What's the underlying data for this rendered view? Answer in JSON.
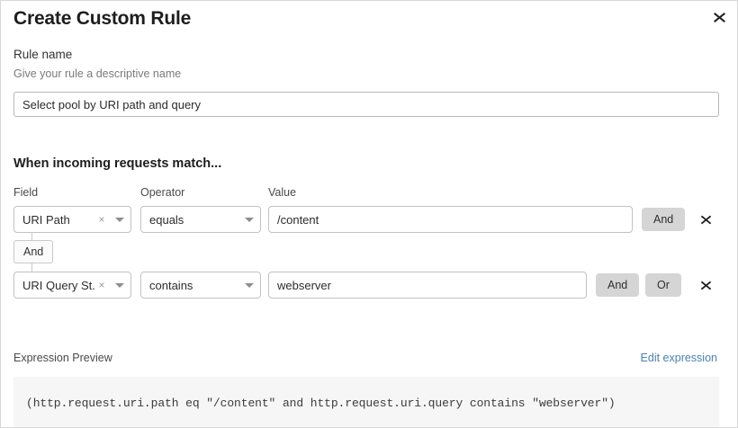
{
  "dialog": {
    "title": "Create Custom Rule",
    "close_icon": "close-icon"
  },
  "rule_name": {
    "label": "Rule name",
    "help": "Give your rule a descriptive name",
    "value": "Select pool by URI path and query",
    "placeholder": "Rule name"
  },
  "match": {
    "heading": "When incoming requests match...",
    "columns": {
      "field": "Field",
      "operator": "Operator",
      "value": "Value"
    },
    "connector": {
      "label": "And"
    },
    "rows": [
      {
        "field": "URI Path",
        "clear_icon": "clear-icon",
        "caret_icon": "chevron-down-icon",
        "operator": "equals",
        "value": "/content",
        "value_placeholder": "Value",
        "and_label": "And",
        "delete_icon": "delete-icon"
      },
      {
        "field": "URI Query St...",
        "clear_icon": "clear-icon",
        "caret_icon": "chevron-down-icon",
        "operator": "contains",
        "value": "webserver",
        "value_placeholder": "Value",
        "and_label": "And",
        "or_label": "Or",
        "delete_icon": "delete-icon"
      }
    ]
  },
  "expression": {
    "label": "Expression Preview",
    "edit_link": "Edit expression",
    "text": "(http.request.uri.path eq \"/content\" and http.request.uri.query contains \"webserver\")"
  },
  "colors": {
    "link": "#4d80b4",
    "logic_button_bg": "#d5d5d5",
    "preview_bg": "#f6f6f6",
    "border": "#c2c2c2"
  }
}
